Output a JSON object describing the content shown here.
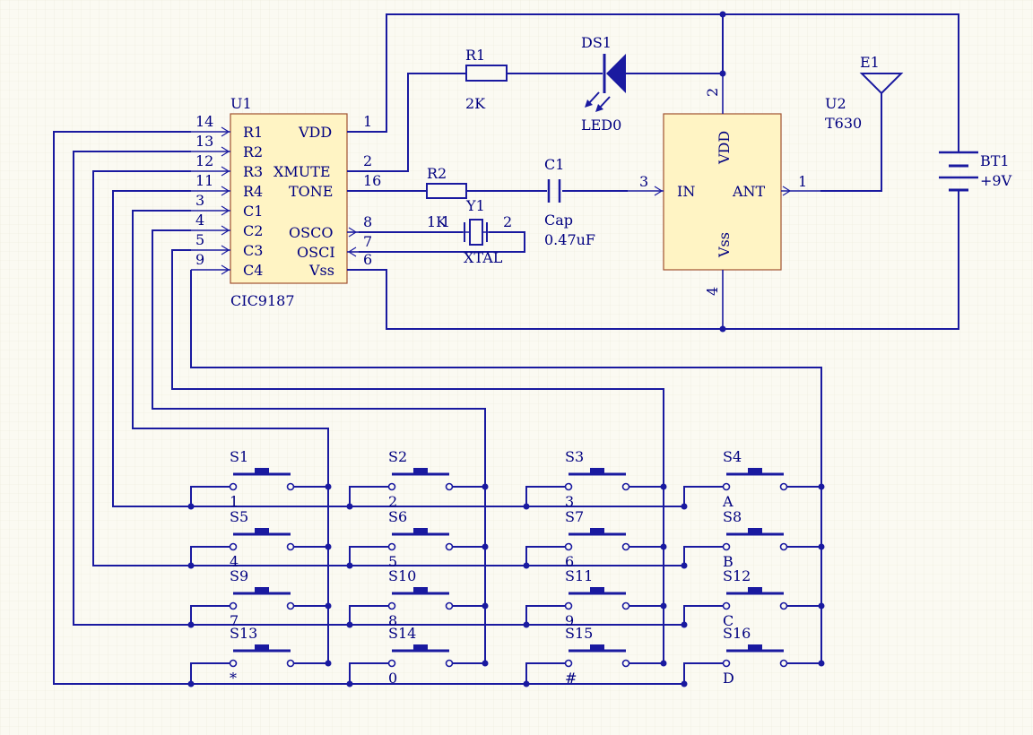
{
  "u1": {
    "ref": "U1",
    "part": "CIC9187",
    "left_pins": [
      {
        "num": "14",
        "name": "R1"
      },
      {
        "num": "13",
        "name": "R2"
      },
      {
        "num": "12",
        "name": "R3"
      },
      {
        "num": "11",
        "name": "R4"
      },
      {
        "num": "3",
        "name": "C1"
      },
      {
        "num": "4",
        "name": "C2"
      },
      {
        "num": "5",
        "name": "C3"
      },
      {
        "num": "9",
        "name": "C4"
      }
    ],
    "right_pins": [
      {
        "num": "1",
        "name": "VDD"
      },
      {
        "num": "2",
        "name": "XMUTE"
      },
      {
        "num": "16",
        "name": "TONE"
      },
      {
        "num": "8",
        "name": "OSCO"
      },
      {
        "num": "7",
        "name": "OSCI"
      },
      {
        "num": "6",
        "name": "Vss"
      }
    ]
  },
  "u2": {
    "ref": "U2",
    "part": "T630",
    "vdd": "VDD",
    "vss": "Vss",
    "in": "IN",
    "ant": "ANT",
    "pin_vdd": "2",
    "pin_vss": "4",
    "pin_in": "3",
    "pin_ant": "1"
  },
  "r1": {
    "ref": "R1",
    "value": "2K"
  },
  "r2": {
    "ref": "R2",
    "value": "1K"
  },
  "ds1": {
    "ref": "DS1",
    "value": "LED0"
  },
  "c1": {
    "ref": "C1",
    "name": "Cap",
    "value": "0.47uF"
  },
  "y1": {
    "ref": "Y1",
    "value": "XTAL",
    "pin1": "1",
    "pin2": "2"
  },
  "e1": {
    "ref": "E1"
  },
  "bt1": {
    "ref": "BT1",
    "value": "+9V"
  },
  "switches": [
    {
      "ref": "S1",
      "key": "1"
    },
    {
      "ref": "S2",
      "key": "2"
    },
    {
      "ref": "S3",
      "key": "3"
    },
    {
      "ref": "S4",
      "key": "A"
    },
    {
      "ref": "S5",
      "key": "4"
    },
    {
      "ref": "S6",
      "key": "5"
    },
    {
      "ref": "S7",
      "key": "6"
    },
    {
      "ref": "S8",
      "key": "B"
    },
    {
      "ref": "S9",
      "key": "7"
    },
    {
      "ref": "S10",
      "key": "8"
    },
    {
      "ref": "S11",
      "key": "9"
    },
    {
      "ref": "S12",
      "key": "C"
    },
    {
      "ref": "S13",
      "key": "*"
    },
    {
      "ref": "S14",
      "key": "0"
    },
    {
      "ref": "S15",
      "key": "#"
    },
    {
      "ref": "S16",
      "key": "D"
    }
  ]
}
